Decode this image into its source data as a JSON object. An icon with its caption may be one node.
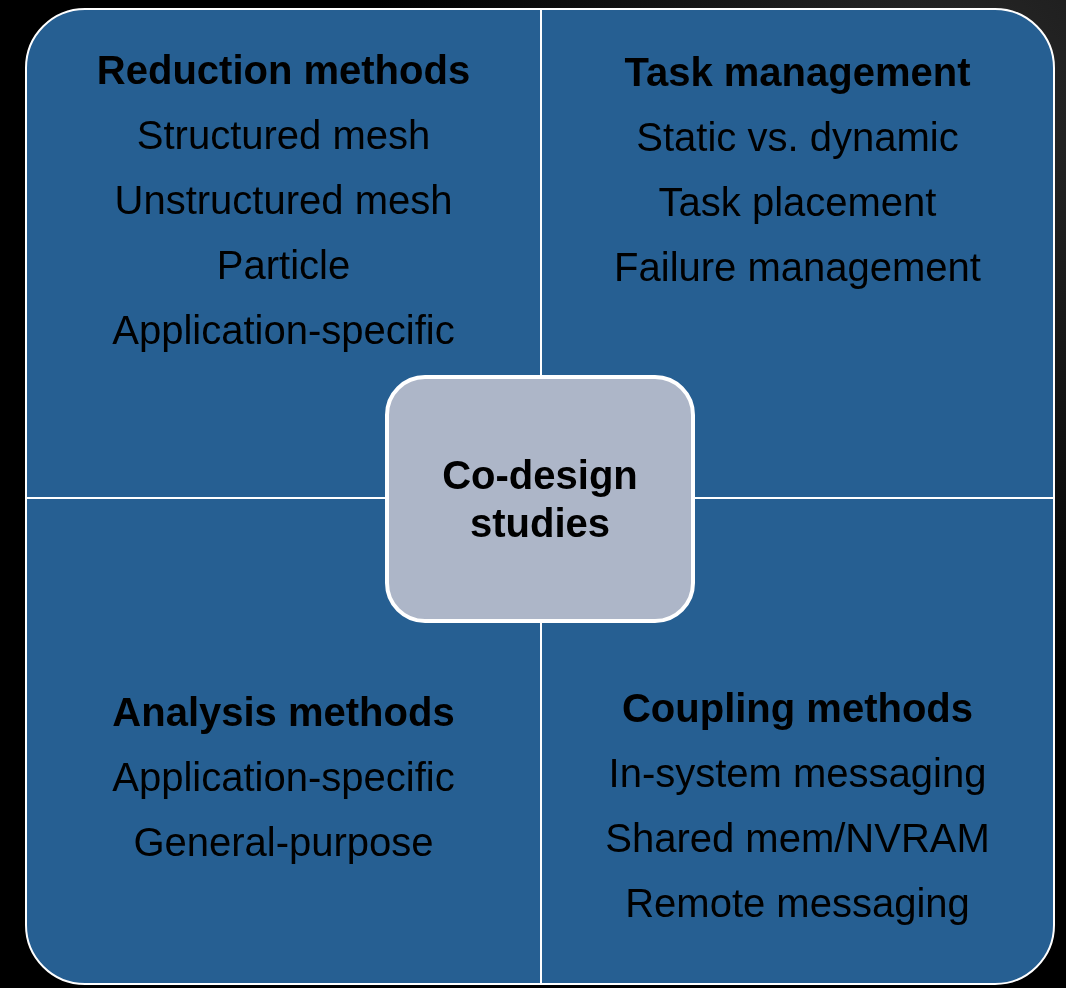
{
  "diagram": {
    "nodes": [
      {
        "text": [
          "Reduction methods",
          "Structured mesh",
          "Unstructured mesh",
          "Particle",
          "Application-specific"
        ]
      },
      {
        "text": [
          "Task management",
          "Static vs. dynamic",
          "Task placement",
          "Failure management"
        ]
      },
      {
        "text": [
          "Analysis methods",
          "Application-specific",
          "General-purpose"
        ]
      },
      {
        "text": [
          "Coupling methods",
          "In-system messaging",
          "Shared mem/NVRAM",
          "Remote messaging"
        ]
      },
      {
        "text": [
          "Co-design studies"
        ]
      }
    ],
    "edges": []
  }
}
